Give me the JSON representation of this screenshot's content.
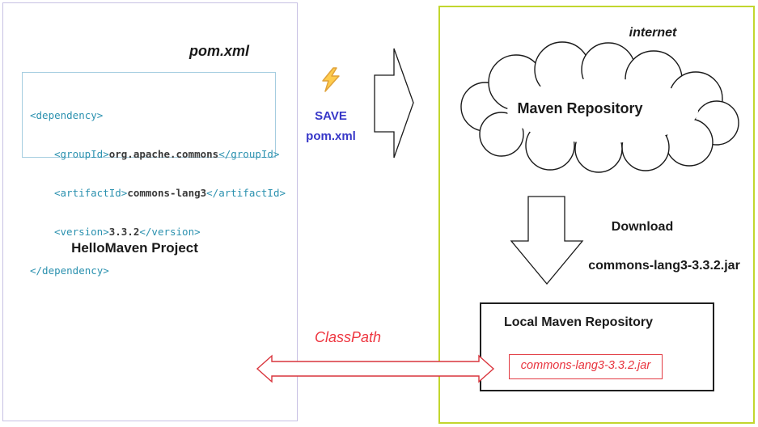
{
  "left_panel": {
    "title": "pom.xml",
    "project_label": "HelloMaven Project",
    "code": {
      "line1": "<dependency>",
      "line2": {
        "open": "<groupId>",
        "value": "org.apache.commons",
        "close": "</groupId>"
      },
      "line3": {
        "open": "<artifactId>",
        "value": "commons-lang3",
        "close": "</artifactId>"
      },
      "line4": {
        "open": "<version>",
        "value": "3.3.2",
        "close": "</version>"
      },
      "line5": "</dependency>"
    }
  },
  "save_action": {
    "icon": "lightning-icon",
    "line1": "SAVE",
    "line2": "pom.xml"
  },
  "right_panel": {
    "zone_label": "internet",
    "cloud_label": "Maven Repository",
    "download_label": "Download",
    "download_file": "commons-lang3-3.3.2.jar",
    "local_repo": {
      "title": "Local Maven Repository",
      "jar_label": "commons-lang3-3.3.2.jar"
    }
  },
  "classpath": {
    "label": "ClassPath"
  },
  "colors": {
    "left_panel_border": "#c7c1e3",
    "right_panel_border": "#c2d62e",
    "code_box_border": "#a5cde0",
    "xml_tag": "#2b91af",
    "xml_value": "#3a3a3a",
    "save_text": "#3737c8",
    "red_accent": "#e23b43",
    "classpath_text": "#ee3640",
    "arrow_outline": "#1a1a1a",
    "lightning_gold": "#ffcc4d"
  }
}
